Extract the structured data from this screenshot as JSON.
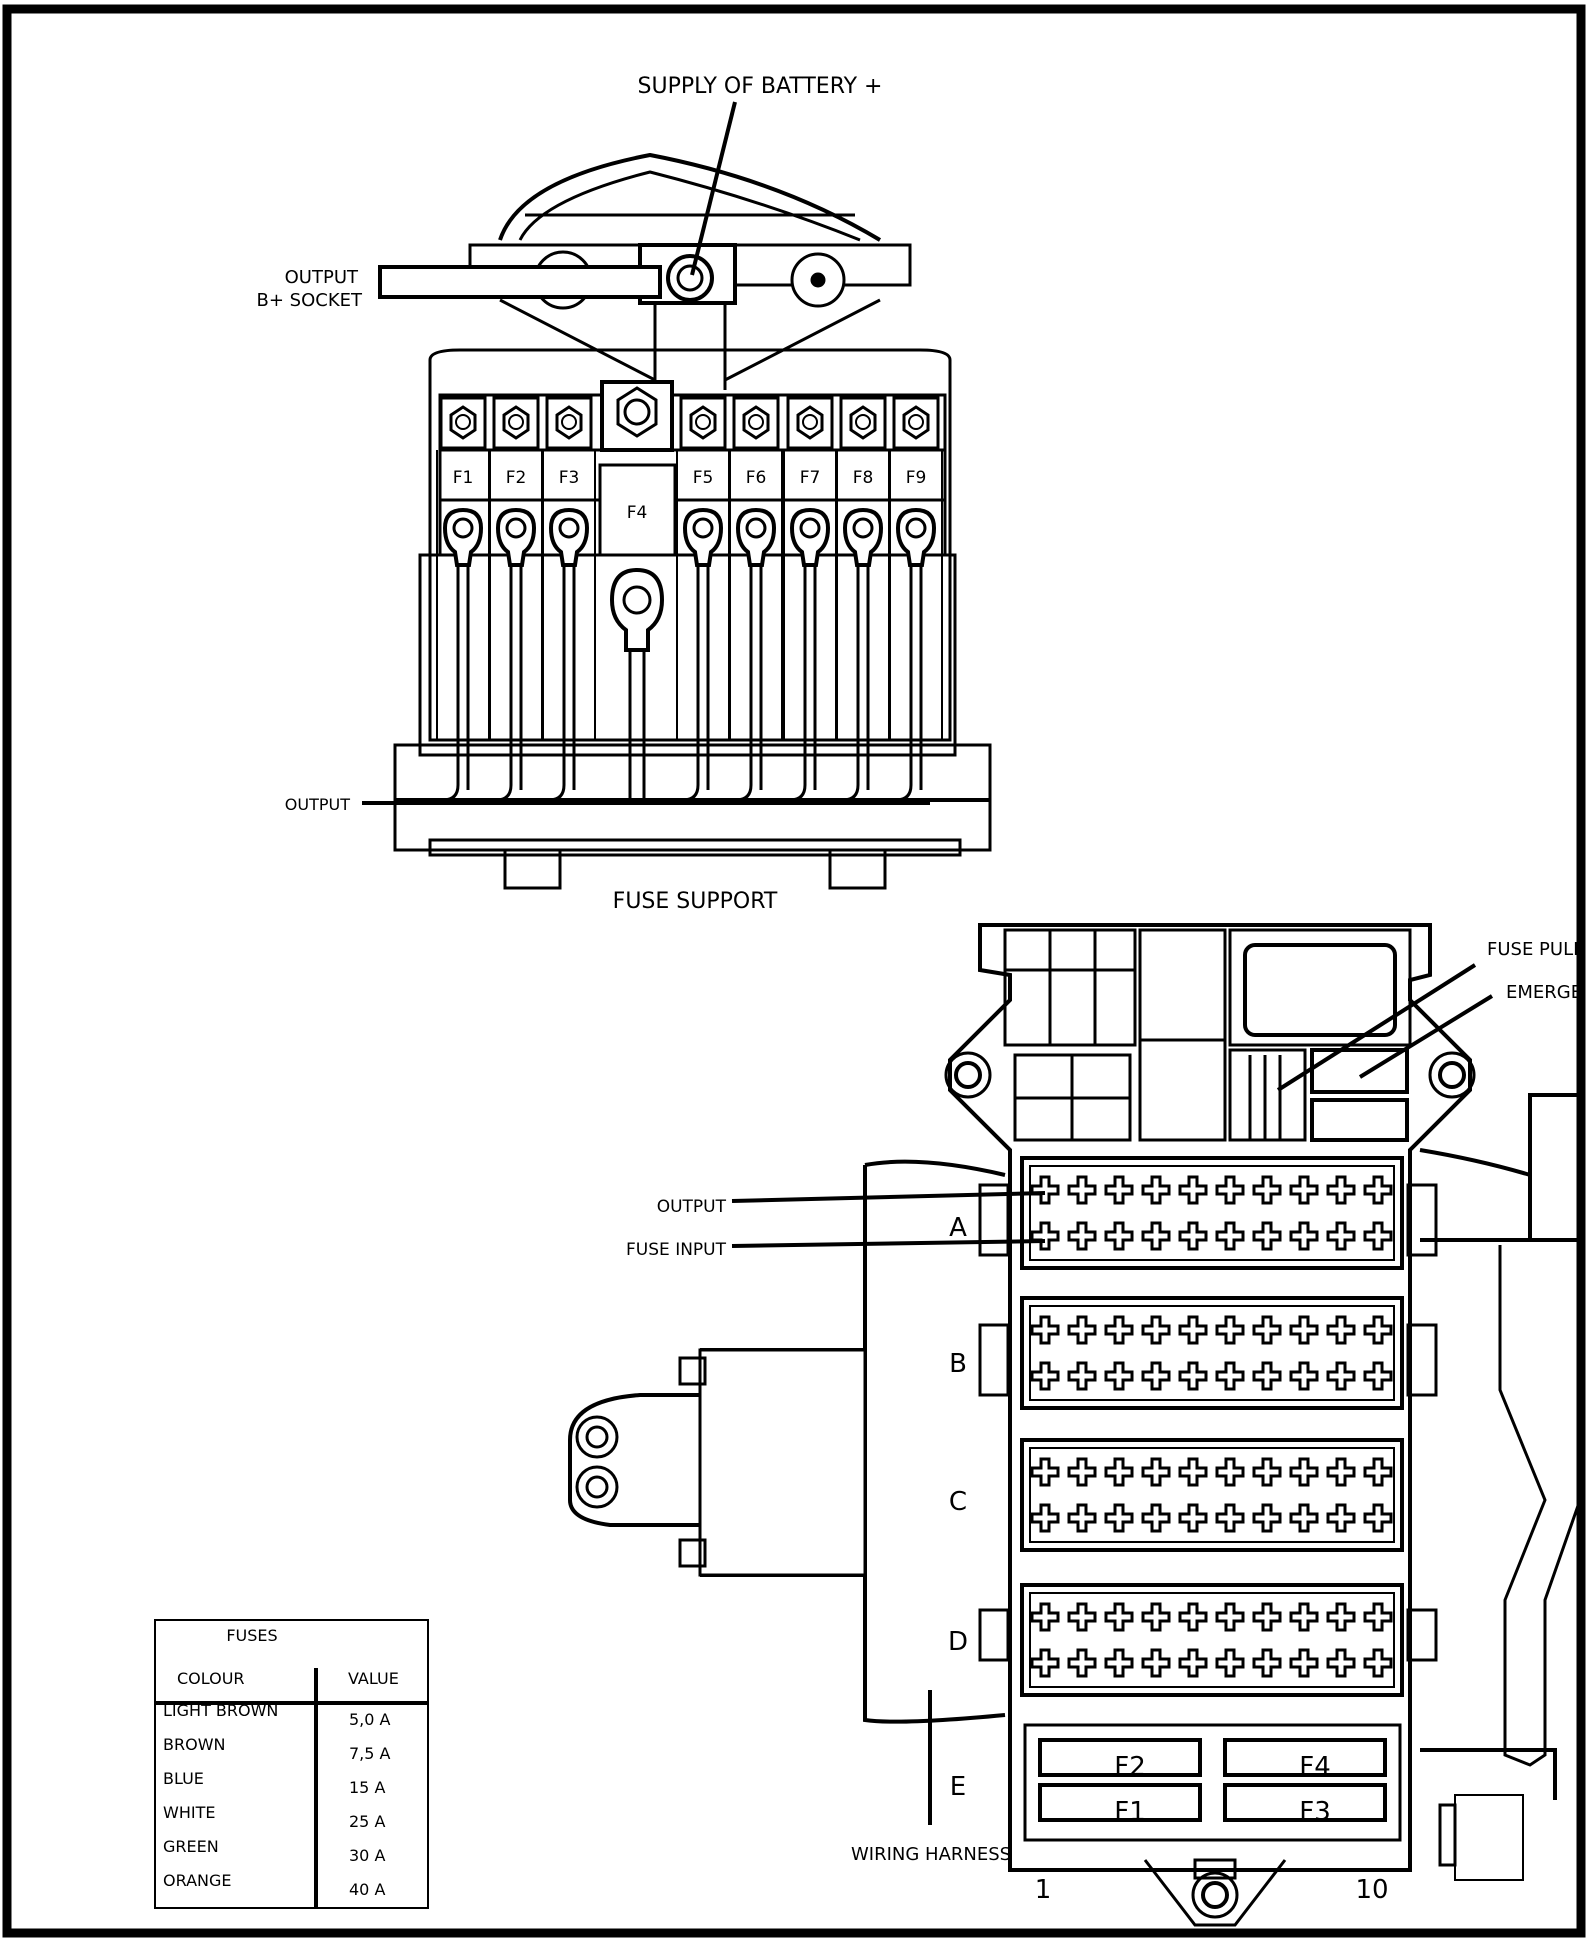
{
  "labels": {
    "supply": "SUPPLY OF BATTERY +",
    "output_socket_1": "OUTPUT",
    "output_socket_2": "B+ SOCKET",
    "output_bottom": "OUTPUT",
    "fuse_support": "FUSE SUPPORT",
    "fuse_puller": "FUSE PULL",
    "emergency": "EMERGE",
    "output_right": "OUTPUT",
    "fuse_input": "FUSE INPUT",
    "wiring_harness": "WIRING HARNESS",
    "col_start": "1",
    "col_end": "10"
  },
  "fuse_support_fuses": [
    "F1",
    "F2",
    "F3",
    "F4",
    "F5",
    "F6",
    "F7",
    "F8",
    "F9"
  ],
  "rows": [
    "A",
    "B",
    "C",
    "D",
    "E"
  ],
  "row_e_fuses": [
    "F2",
    "F4",
    "F1",
    "F3"
  ],
  "fuse_table": {
    "title": "FUSES",
    "col_colour": "COLOUR",
    "col_value": "VALUE",
    "rows": [
      {
        "colour": "LIGHT BROWN",
        "value": "5,0 A"
      },
      {
        "colour": "BROWN",
        "value": "7,5 A"
      },
      {
        "colour": "BLUE",
        "value": "15 A"
      },
      {
        "colour": "WHITE",
        "value": "25 A"
      },
      {
        "colour": "GREEN",
        "value": "30 A"
      },
      {
        "colour": "ORANGE",
        "value": "40 A"
      }
    ]
  }
}
